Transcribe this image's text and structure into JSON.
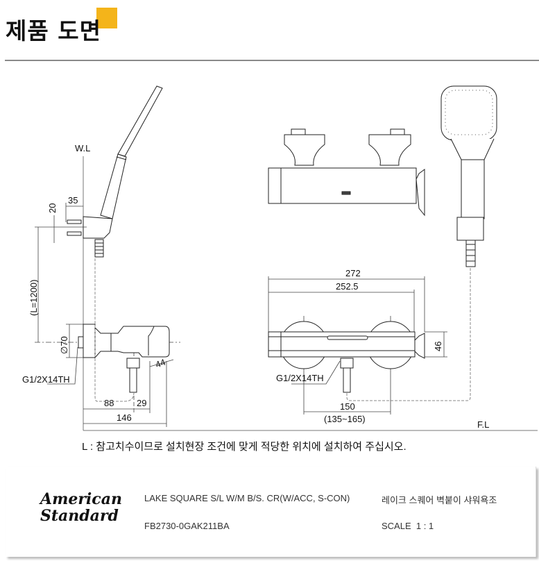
{
  "header": {
    "title": "제품 도면",
    "accent_color": "#f4b41a"
  },
  "drawing": {
    "wall_line": "W.L",
    "floor_line": "F.L",
    "side_view": {
      "dim_20": "20",
      "dim_35": "35",
      "dim_length": "(L=1200)",
      "dim_diameter": "∅70",
      "thread": "G1/2X14TH",
      "dim_44": "44",
      "dim_88": "88",
      "dim_29": "29",
      "dim_146": "146"
    },
    "front_view": {
      "dim_272": "272",
      "dim_252_5": "252.5",
      "dim_46": "46",
      "thread": "G1/2X14TH",
      "dim_150": "150",
      "dim_range": "(135~165)"
    }
  },
  "note": "L : 참고치수이므로 설치현장 조건에 맞게 적당한 위치에 설치하여 주십시오.",
  "footer": {
    "logo_line1": "American",
    "logo_line2": "Standard",
    "product_name_en": "LAKE SQUARE S/L W/M B/S. CR(W/ACC, S-CON)",
    "product_code": "FB2730-0GAK211BA",
    "product_name_ko": "레이크 스퀘어 벽붙이 샤워욕조",
    "scale": "SCALE  1 : 1"
  }
}
